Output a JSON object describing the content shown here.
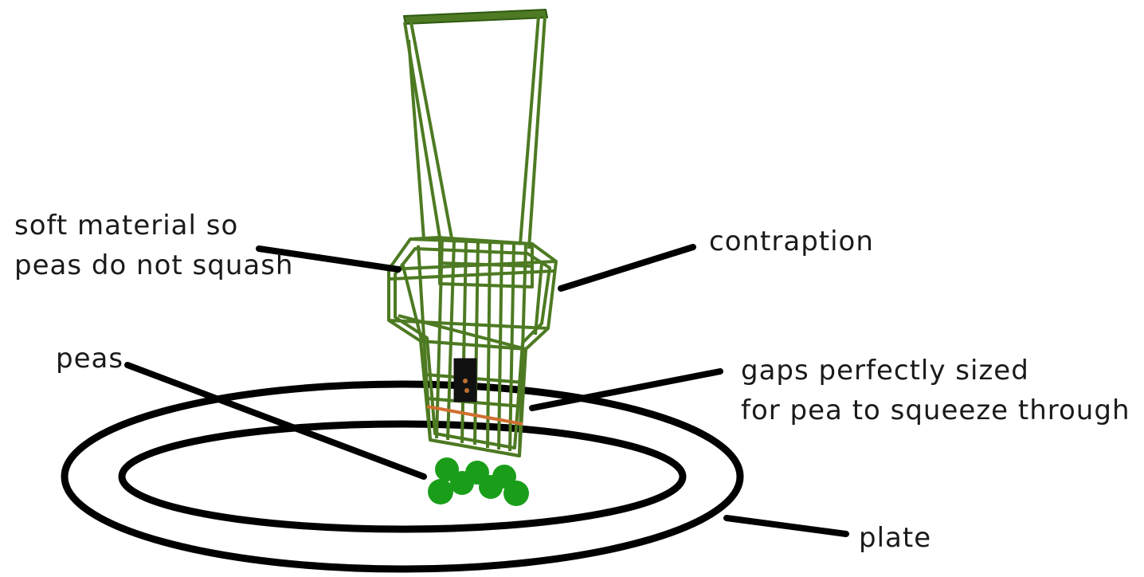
{
  "labels": {
    "soft_material": [
      "soft material so",
      "peas do not squash"
    ],
    "contraption": "contraption",
    "peas": "peas",
    "gaps": [
      "gaps perfectly sized",
      "for pea to squeeze through"
    ],
    "plate": "plate"
  },
  "colors": {
    "wire": "#4d7a22",
    "wire_dark": "#2f5a12",
    "pea": "#1a9e1a",
    "orange_bar": "#d07030",
    "black_block": "#111111",
    "ink": "#000000"
  }
}
